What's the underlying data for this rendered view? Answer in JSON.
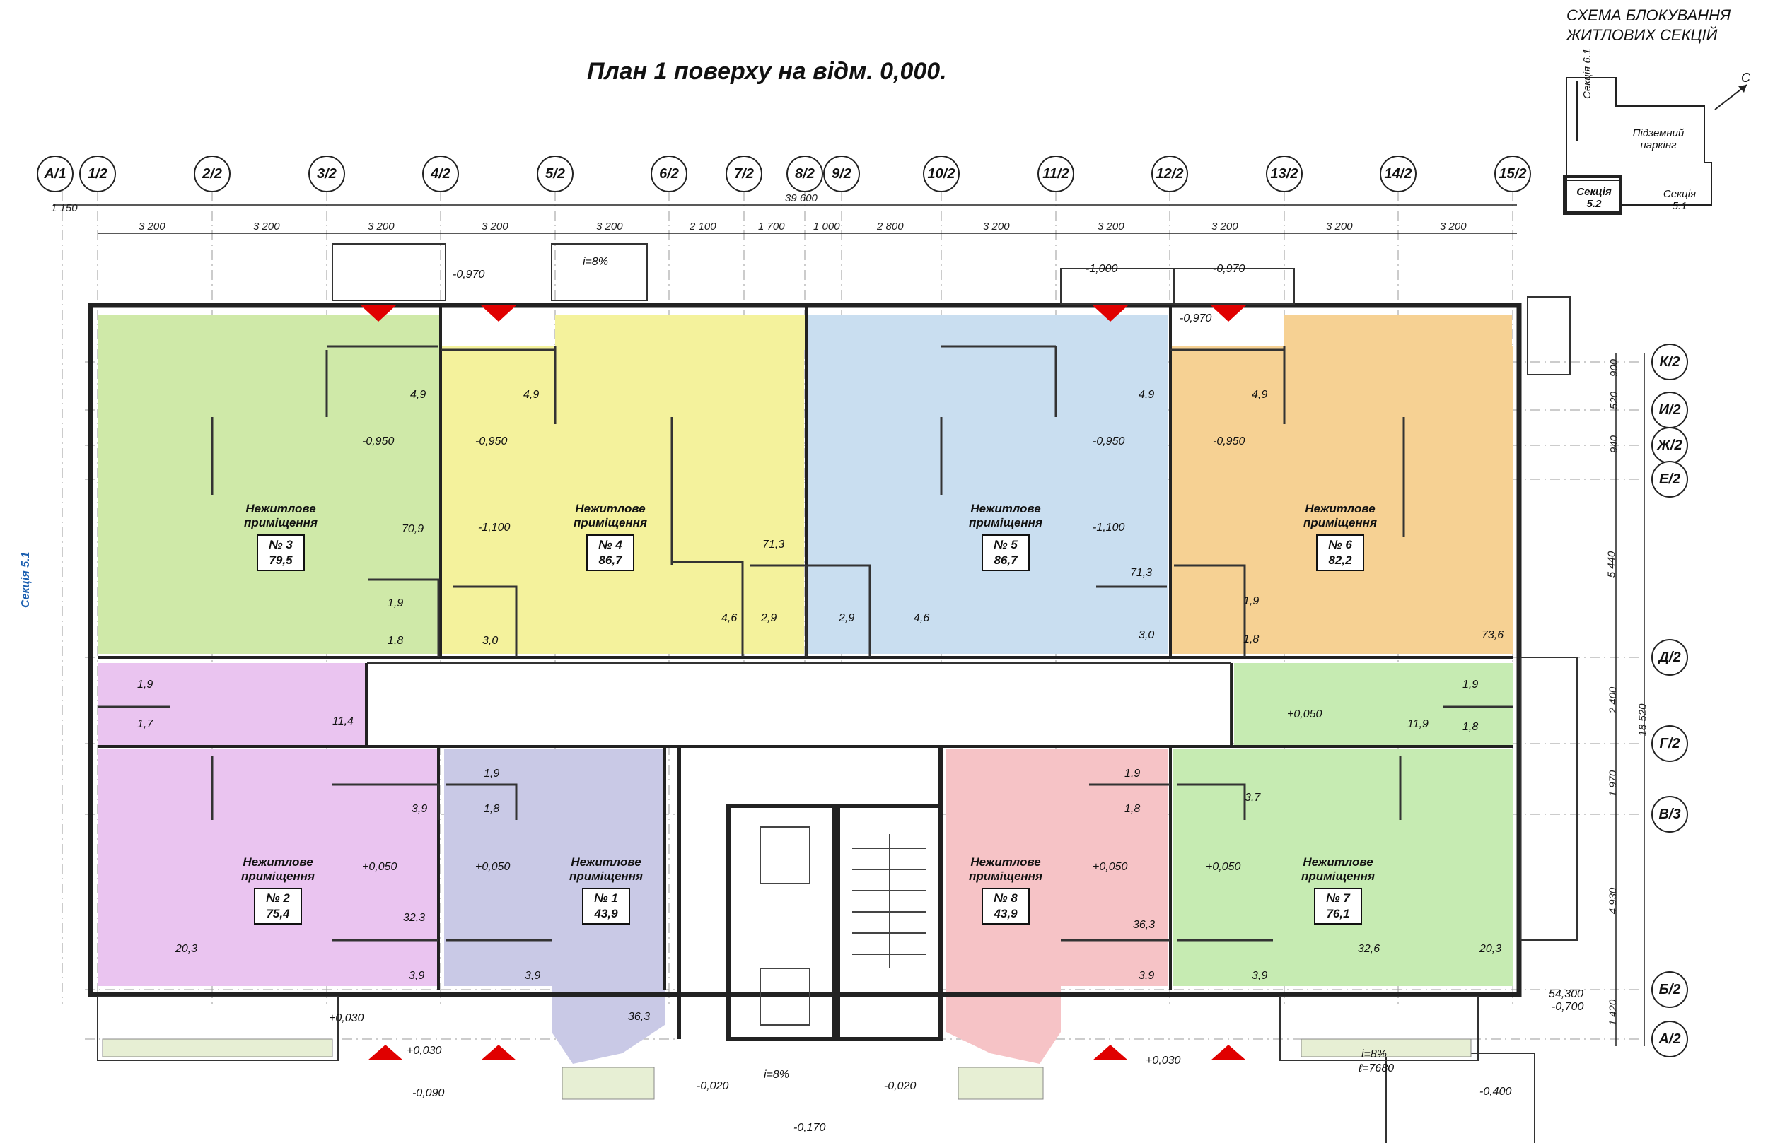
{
  "title": "План 1 поверху на відм. 0,000.",
  "schema": {
    "title_line1": "СХЕМА БЛОКУВАННЯ",
    "title_line2": "ЖИТЛОВИХ СЕКЦІЙ",
    "section_61": "Секція 6.1",
    "section_52": "Секція 5.2",
    "section_51": "Секція 5.1",
    "parking": "Підземний паркінг",
    "north": "С"
  },
  "side_label": "Секція 5.1",
  "axes_top": [
    "А/1",
    "1/2",
    "2/2",
    "3/2",
    "4/2",
    "5/2",
    "6/2",
    "7/2",
    "8/2",
    "9/2",
    "10/2",
    "11/2",
    "12/2",
    "13/2",
    "14/2",
    "15/2"
  ],
  "axes_right": [
    "К/2",
    "И/2",
    "Ж/2",
    "Е/2",
    "Д/2",
    "Г/2",
    "В/3",
    "Б/2",
    "А/2"
  ],
  "dims_top": {
    "total": "39 600",
    "left_offset": "1 150",
    "segments": [
      "3 200",
      "3 200",
      "3 200",
      "3 200",
      "3 200",
      "2 100",
      "1 700",
      "1 000",
      "2 800",
      "3 200",
      "3 200",
      "3 200",
      "3 200",
      "3 200"
    ]
  },
  "dims_right": [
    "900",
    "520",
    "940",
    "5 440",
    "2 400",
    "1 970",
    "4 930",
    "1 420"
  ],
  "dims_right_total": "18 520",
  "units": [
    {
      "label1": "Нежитлове",
      "label2": "приміщення",
      "num": "№ 3",
      "area": "79,5",
      "color": "#cfe9a8"
    },
    {
      "label1": "Нежитлове",
      "label2": "приміщення",
      "num": "№ 4",
      "area": "86,7",
      "color": "#f4f29c"
    },
    {
      "label1": "Нежитлове",
      "label2": "приміщення",
      "num": "№ 5",
      "area": "86,7",
      "color": "#c9def0"
    },
    {
      "label1": "Нежитлове",
      "label2": "приміщення",
      "num": "№ 6",
      "area": "82,2",
      "color": "#f6d193"
    },
    {
      "label1": "Нежитлове",
      "label2": "приміщення",
      "num": "№ 2",
      "area": "75,4",
      "color": "#eac4f0"
    },
    {
      "label1": "Нежитлове",
      "label2": "приміщення",
      "num": "№ 1",
      "area": "43,9",
      "color": "#c9c9e6"
    },
    {
      "label1": "Нежитлове",
      "label2": "приміщення",
      "num": "№ 8",
      "area": "43,9",
      "color": "#f6c3c6"
    },
    {
      "label1": "Нежитлове",
      "label2": "приміщення",
      "num": "№ 7",
      "area": "76,1",
      "color": "#c6ebb2"
    }
  ],
  "levels": {
    "l1": "-0,970",
    "l2": "-1,000",
    "l3": "-0,970",
    "l4": "-0,970",
    "l5": "-0,950",
    "l6": "-0,950",
    "l7": "-0,950",
    "l8": "-0,950",
    "l9": "-1,100",
    "l10": "-1,100",
    "l11": "+0,050",
    "l12": "+0,050",
    "l13": "+0,050",
    "l14": "+0,050",
    "l15": "+0,050",
    "l16": "+0,030",
    "l17": "+0,030",
    "l18": "+0,030",
    "l19": "-0,090",
    "l20": "-0,020",
    "l21": "-0,020",
    "l22": "-0,170",
    "l23": "-0,400",
    "l24": "54,300",
    "l25": "-0,700"
  },
  "ramps": {
    "r1": "i=8%",
    "r2": "i=8%",
    "r3": "i=8%",
    "r3b": "ℓ=7680"
  },
  "rooms": {
    "a1": "4,9",
    "a2": "4,9",
    "a3": "70,9",
    "a4": "1,9",
    "a5": "1,8",
    "a6": "3,0",
    "a7": "71,3",
    "a8": "4,6",
    "a9": "2,9",
    "a10": "2,9",
    "a11": "4,6",
    "a12": "4,9",
    "a13": "71,3",
    "a14": "3,0",
    "a15": "4,9",
    "a16": "1,9",
    "a17": "1,8",
    "a18": "73,6",
    "b1": "1,9",
    "b2": "1,7",
    "b3": "11,4",
    "b4": "3,9",
    "b5": "20,3",
    "b6": "32,3",
    "b7": "3,9",
    "b8": "1,9",
    "b9": "1,8",
    "b10": "3,9",
    "b11": "36,3",
    "b12": "1,9",
    "b13": "11,9",
    "b14": "1,8",
    "b15": "1,9",
    "b16": "1,8",
    "b17": "3,7",
    "b18": "36,3",
    "b19": "3,9",
    "b20": "32,6",
    "b21": "3,9",
    "b22": "20,3"
  }
}
